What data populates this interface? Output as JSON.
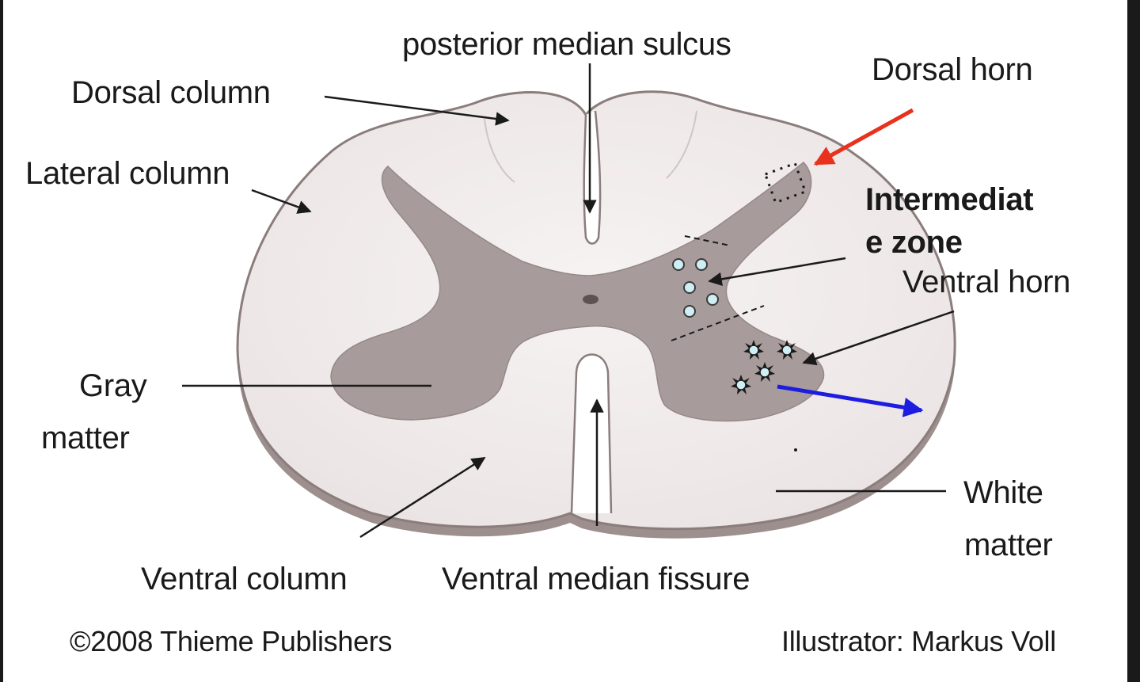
{
  "labels": {
    "posterior_median_sulcus": "posterior median sulcus",
    "dorsal_column": "Dorsal column",
    "dorsal_horn": "Dorsal horn",
    "lateral_column": "Lateral column",
    "intermediate_zone_line1": "Intermediat",
    "intermediate_zone_line2": "e zone",
    "ventral_horn": "Ventral horn",
    "gray_matter_line1": "Gray",
    "gray_matter_line2": "matter",
    "white_matter_line1": "White",
    "white_matter_line2": "matter",
    "ventral_column": "Ventral column",
    "ventral_median_fissure": "Ventral median fissure"
  },
  "footer": {
    "copyright": "©2008 Thieme Publishers",
    "illustrator": "Illustrator: Markus Voll"
  },
  "colors": {
    "white_matter": "#f1ecec",
    "gray_matter": "#a79b9b",
    "outline": "#8a7d7c",
    "pointer": "#1a1a1a",
    "red_arrow": "#e8321e",
    "blue_arrow": "#1d1de0",
    "interneuron_fill": "#cfeff4"
  }
}
